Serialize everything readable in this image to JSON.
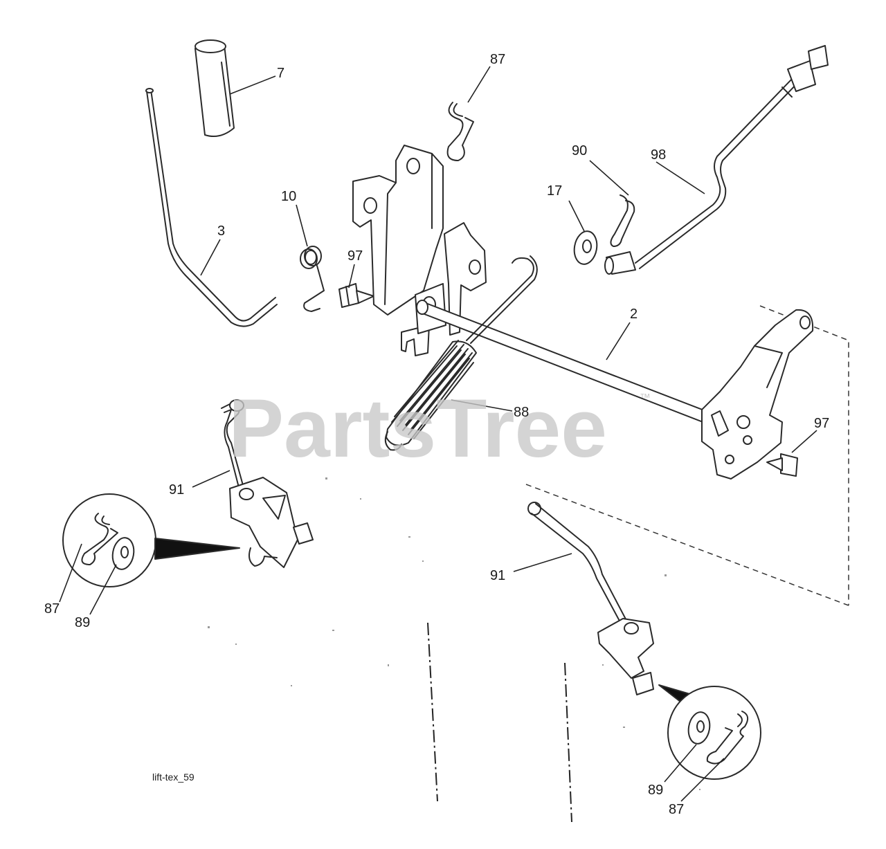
{
  "watermark": {
    "text": "PartsTree",
    "trademark": "™"
  },
  "diagram_label": "lift-tex_59",
  "callouts": {
    "c7": "7",
    "c87_top": "87",
    "c90": "90",
    "c98": "98",
    "c17": "17",
    "c10": "10",
    "c3": "3",
    "c97_left": "97",
    "c2": "2",
    "c88": "88",
    "c97_right": "97",
    "c91_left": "91",
    "c87_left": "87",
    "c89_left": "89",
    "c91_right": "91",
    "c89_right": "89",
    "c87_right": "87"
  }
}
